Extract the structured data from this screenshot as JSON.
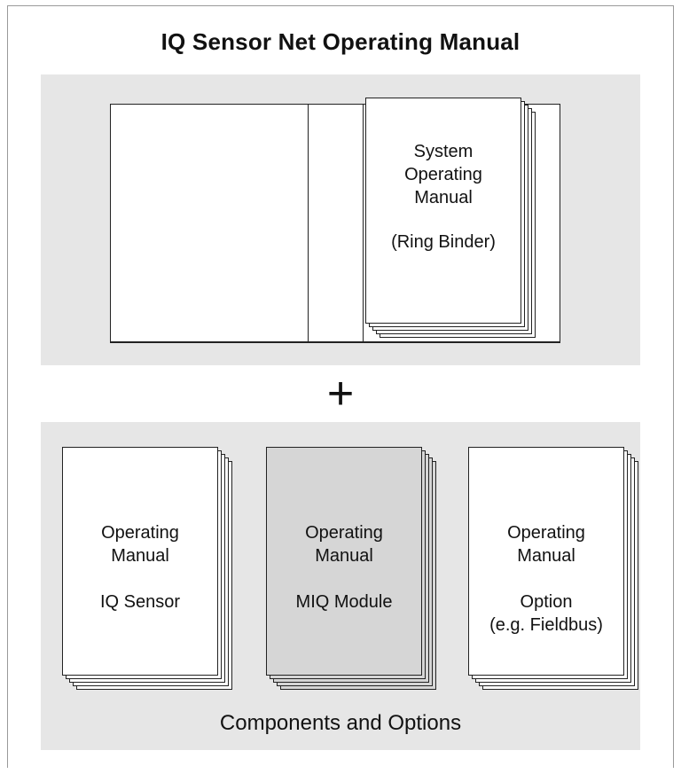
{
  "title": "IQ Sensor Net Operating Manual",
  "plus": "+",
  "system_manual": {
    "line1": "System",
    "line2": "Operating",
    "line3": "Manual",
    "line4": "(Ring Binder)"
  },
  "components": [
    {
      "line1": "Operating",
      "line2": "Manual",
      "line3": "IQ Sensor",
      "line4": ""
    },
    {
      "line1": "Operating",
      "line2": "Manual",
      "line3": "MIQ Module",
      "line4": ""
    },
    {
      "line1": "Operating",
      "line2": "Manual",
      "line3": "Option",
      "line4": "(e.g. Fieldbus)"
    }
  ],
  "caption": "Components and Options",
  "colors": {
    "panel": "#e6e6e6",
    "highlight_page": "#d6d6d6",
    "frame": "#9a9a9a"
  }
}
